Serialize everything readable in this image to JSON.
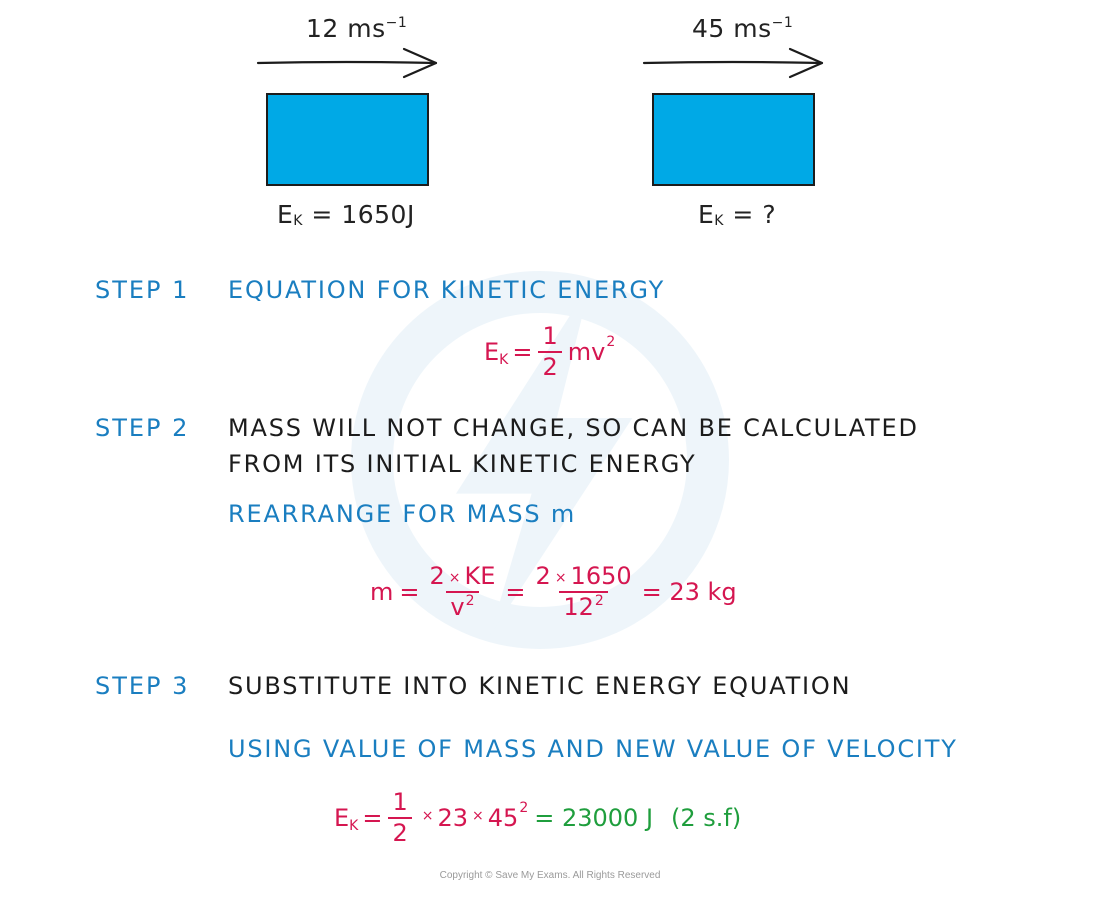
{
  "diagram": {
    "left": {
      "speed_value": "12 ms",
      "speed_exp": "−1",
      "ek_symbol": "E",
      "ek_sub": "K",
      "ek_value": " = 1650J"
    },
    "right": {
      "speed_value": "45 ms",
      "speed_exp": "−1",
      "ek_symbol": "E",
      "ek_sub": "K",
      "ek_value": " = ?"
    },
    "colors": {
      "block_fill": "#00a9e6",
      "step_blue": "#1a7ec0",
      "equation_red": "#d51650",
      "result_green": "#1f9e3d"
    }
  },
  "steps": {
    "step1": {
      "label": "STEP 1",
      "text": "EQUATION FOR KINETIC ENERGY",
      "eq": {
        "lhs_symbol": "E",
        "lhs_sub": "K",
        "equals": "=",
        "num": "1",
        "den": "2",
        "rhs": "mv",
        "rhs_exp": "2"
      }
    },
    "step2": {
      "label": "STEP 2",
      "text_line1": "MASS WILL NOT CHANGE, SO CAN BE CALCULATED",
      "text_line2": "FROM ITS INITIAL KINETIC ENERGY",
      "subtext": "REARRANGE FOR MASS m",
      "eq": {
        "lhs": "m",
        "equals1": "=",
        "frac1_num_a": "2",
        "frac1_num_b": "KE",
        "frac1_den": "v",
        "frac1_den_exp": "2",
        "equals2": "=",
        "frac2_num_a": "2",
        "frac2_num_b": "1650",
        "frac2_den": "12",
        "frac2_den_exp": "2",
        "result": "= 23 kg"
      }
    },
    "step3": {
      "label": "STEP 3",
      "text": "SUBSTITUTE INTO KINETIC ENERGY EQUATION",
      "subtext": "USING VALUE OF MASS AND NEW VALUE OF VELOCITY",
      "eq": {
        "lhs_symbol": "E",
        "lhs_sub": "K",
        "equals": "=",
        "num": "1",
        "den": "2",
        "term_a": "23",
        "term_b": "45",
        "term_b_exp": "2",
        "result": "= 23000 J",
        "sf": "(2 s.f)"
      }
    }
  },
  "copyright": "Copyright © Save My Exams. All Rights Reserved"
}
